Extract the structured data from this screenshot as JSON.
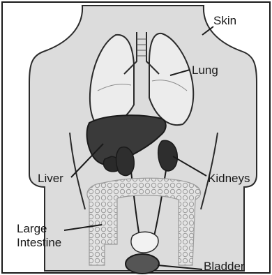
{
  "labels": {
    "skin": "Skin",
    "lung": "Lung",
    "liver": "Liver",
    "kidneys": "Kidneys",
    "large_intestine_line1": "Large",
    "large_intestine_line2": "Intestine",
    "bladder": "Bladder"
  },
  "colors": {
    "frame": "#1a1a1a",
    "body_fill": "#dcdcdc",
    "lung_fill": "#ececec",
    "liver_fill": "#3a3a3a",
    "kidney_fill": "#2e2e2e",
    "intestine_fill": "#e4e4e4",
    "bladder_fill": "#555555"
  }
}
